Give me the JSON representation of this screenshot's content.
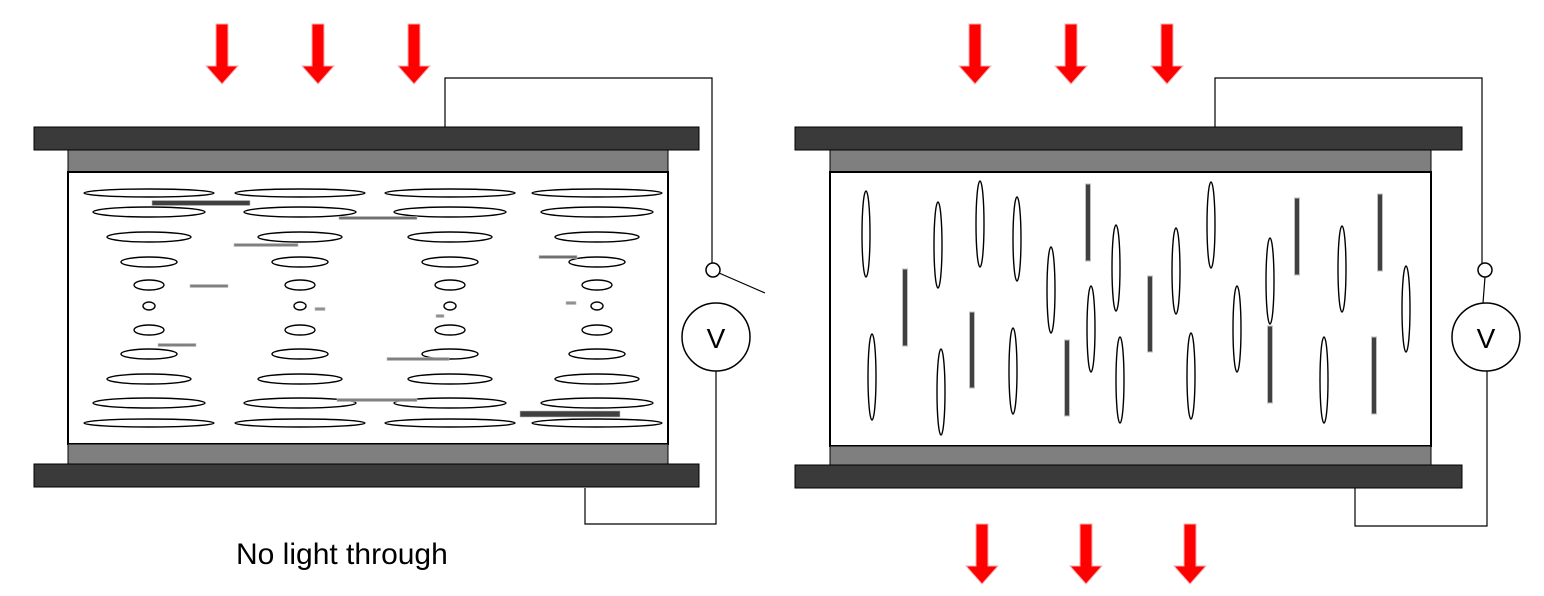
{
  "caption": "No light through",
  "meter_label": "V",
  "colors": {
    "arrow": "#ff0000",
    "outer_plate": "#3a3a3a",
    "inner_plate": "#7f7f7f",
    "molecule_stroke": "#000000",
    "rod_dark": "#404040",
    "rod_light": "#c0c0c0",
    "wire": "#000000"
  },
  "panels": [
    {
      "id": "left-cell",
      "voltage_applied": false,
      "light_through": false
    },
    {
      "id": "right-cell",
      "voltage_applied": true,
      "light_through": true
    }
  ]
}
